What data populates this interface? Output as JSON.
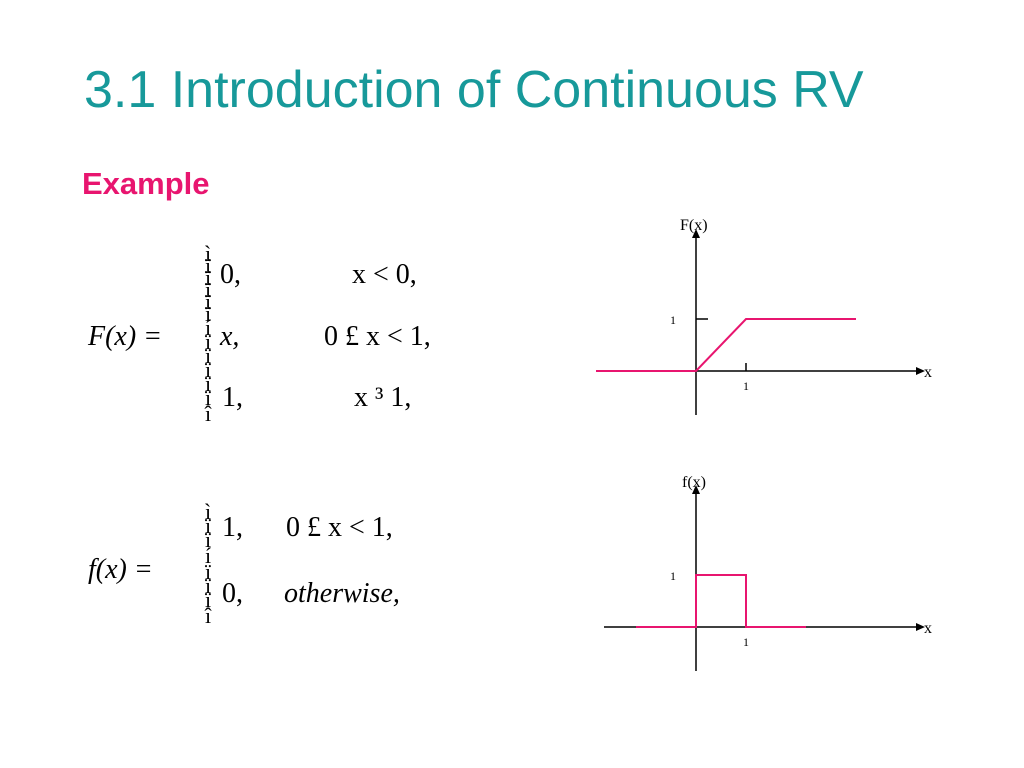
{
  "title": "3.1 Introduction of Continuous RV",
  "subtitle": "Example",
  "cdf": {
    "lhs": "F(x) =",
    "rows": [
      {
        "value": "0,",
        "condition": "x < 0,"
      },
      {
        "value": "x,",
        "condition": "0 £ x < 1,"
      },
      {
        "value": "1,",
        "condition": "x ³ 1,"
      }
    ],
    "brace_glyphs": [
      "ì",
      "ï",
      "í",
      "ï",
      "î"
    ]
  },
  "pdf": {
    "lhs": "f(x) =",
    "rows": [
      {
        "value": "1,",
        "condition": "0 £ x < 1,"
      },
      {
        "value": "0,",
        "condition": "otherwise,"
      }
    ],
    "brace_glyphs": [
      "ì",
      "í",
      "î"
    ]
  },
  "chart_data": [
    {
      "type": "line",
      "ylabel": "F(x)",
      "xlabel": "x",
      "y_tick_label": "1",
      "x_tick_label": "1",
      "series": [
        {
          "x": [
            -2,
            0,
            1,
            3.2
          ],
          "y": [
            0,
            0,
            1,
            1
          ]
        }
      ],
      "color": "#e8156f"
    },
    {
      "type": "line",
      "ylabel": "f(x)",
      "xlabel": "x",
      "y_tick_label": "1",
      "x_tick_label": "1",
      "series": [
        {
          "x": [
            -1.2,
            0,
            0,
            1,
            1,
            2.2
          ],
          "y": [
            0,
            0,
            1,
            1,
            0,
            0
          ]
        }
      ],
      "color": "#e8156f"
    }
  ]
}
